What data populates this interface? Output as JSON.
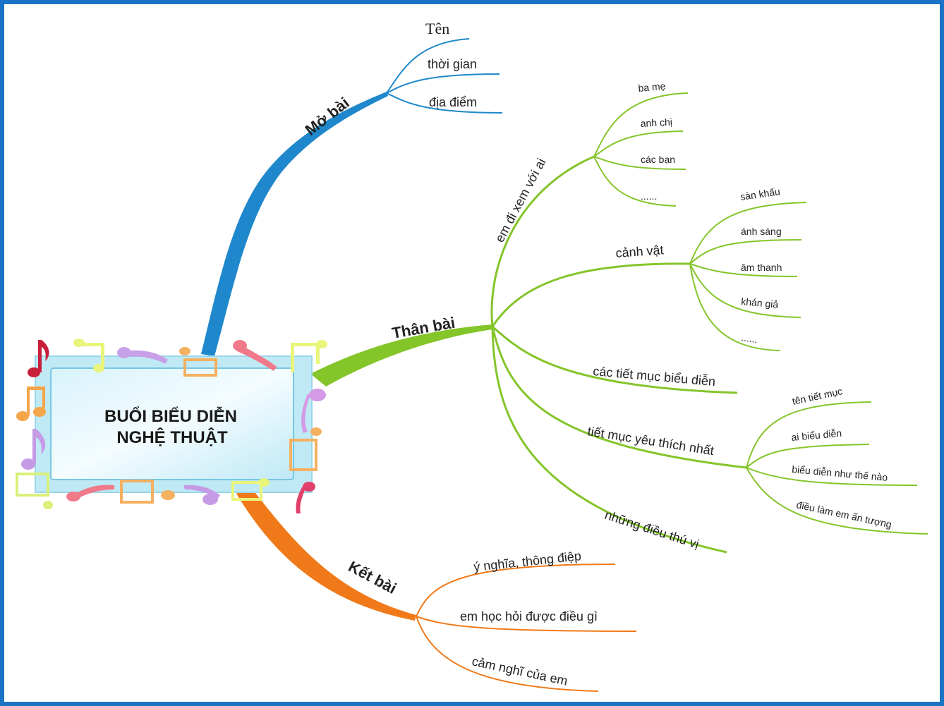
{
  "center": {
    "line1": "BUỔI BIỂU DIỄN",
    "line2": "NGHỆ THUẬT"
  },
  "colors": {
    "frame": "#1a73c4",
    "mo_bai": "#1f88cc",
    "than_bai": "#84c52a",
    "ket_bai": "#f07a1a"
  },
  "branches": {
    "mo_bai": {
      "label": "Mở bài",
      "items": [
        "Tên",
        "thời gian",
        "địa điểm"
      ]
    },
    "than_bai": {
      "label": "Thân bài",
      "em_di_xem": {
        "label": "em đi xem với ai",
        "items": [
          "ba mẹ",
          "anh chị",
          "các bạn",
          "......"
        ]
      },
      "canh_vat": {
        "label": "cảnh vật",
        "items": [
          "sàn khấu",
          "ánh sáng",
          "âm thanh",
          "khán giả",
          "......"
        ]
      },
      "cac_tiet_muc": {
        "label": "các tiết mục biểu diễn"
      },
      "tiet_muc_yeu_thich": {
        "label": "tiết mục yêu thích nhất",
        "items": [
          "tên tiết mục",
          "ai biểu diễn",
          "biểu diễn như thế nào",
          "điều làm em ấn tượng"
        ]
      },
      "nhung_dieu": {
        "label": "những điều thú vị"
      }
    },
    "ket_bai": {
      "label": "Kết bài",
      "items": [
        "ý nghĩa, thông điệp",
        "em học hỏi được điều gì",
        "cảm nghĩ của em"
      ]
    }
  }
}
